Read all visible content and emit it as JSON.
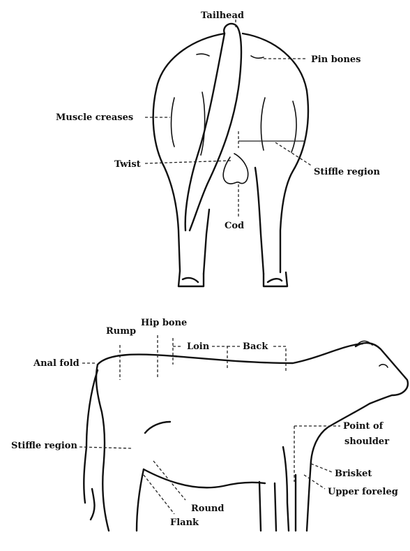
{
  "rear_view": {
    "labels": {
      "tailhead": "Tailhead",
      "pin_bones": "Pin bones",
      "muscle_creases": "Muscle creases",
      "twist": "Twist",
      "stiffle_region": "Stiffle region",
      "cod": "Cod"
    }
  },
  "side_view": {
    "labels": {
      "rump": "Rump",
      "hip_bone": "Hip bone",
      "loin": "Loin",
      "back": "Back",
      "anal_fold": "Anal fold",
      "stiffle_region": "Stiffle region",
      "point_of_shoulder_1": "Point of",
      "point_of_shoulder_2": "shoulder",
      "brisket": "Brisket",
      "upper_foreleg": "Upper foreleg",
      "round": "Round",
      "flank": "Flank"
    }
  }
}
